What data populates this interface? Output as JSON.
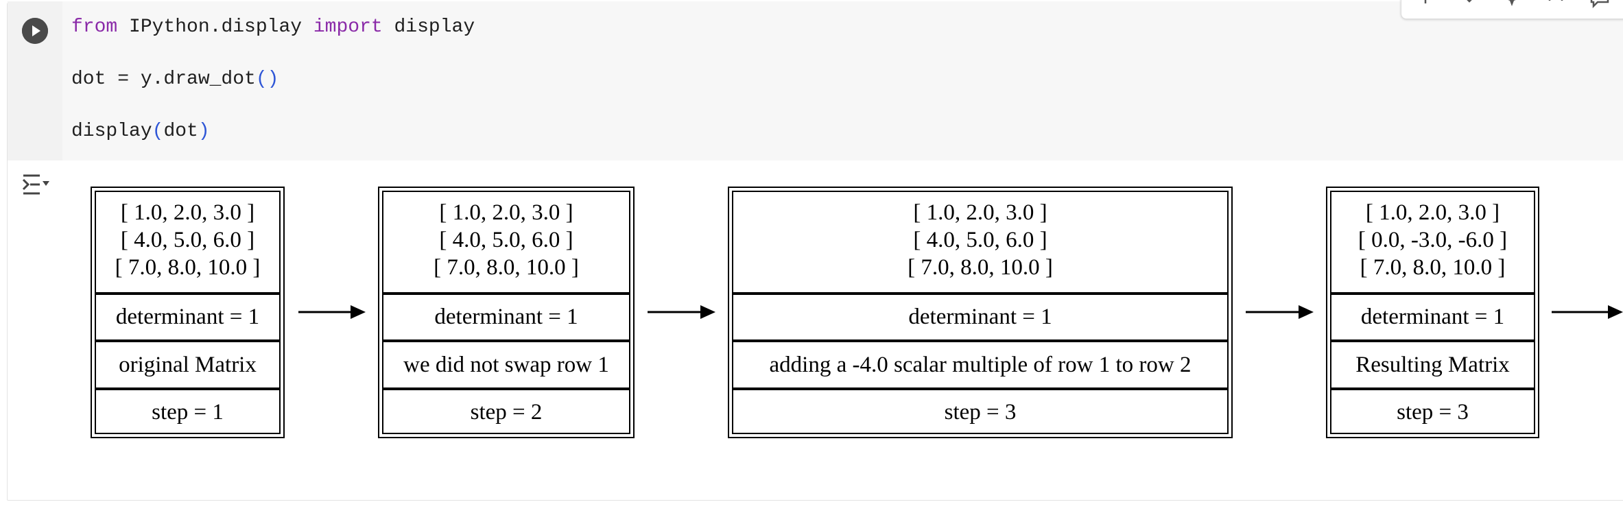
{
  "code_cell": {
    "lines": [
      {
        "kw1": "from",
        "module": " IPython.display ",
        "kw2": "import",
        "name": " display"
      },
      {
        "prefix": "dot = y.draw_dot",
        "parens": "()"
      },
      {
        "func": "display",
        "open": "(",
        "arg": "dot",
        "close": ")"
      }
    ]
  },
  "icons": {
    "run": "play-circle-icon",
    "output_toggle": "output-collapse-icon",
    "toolbar": [
      "arrow-up-icon",
      "arrow-down-icon",
      "sparkle-icon",
      "link-icon",
      "comment-icon"
    ]
  },
  "graph": {
    "nodes": [
      {
        "matrix": [
          "[ 1.0, 2.0, 3.0 ]",
          "[ 4.0, 5.0, 6.0 ]",
          "[ 7.0, 8.0, 10.0 ]"
        ],
        "determinant": "determinant = 1",
        "description": "original Matrix",
        "step": "step = 1"
      },
      {
        "matrix": [
          "[ 1.0, 2.0, 3.0 ]",
          "[ 4.0, 5.0, 6.0 ]",
          "[ 7.0, 8.0, 10.0 ]"
        ],
        "determinant": "determinant = 1",
        "description": "we did not swap row 1",
        "step": "step = 2"
      },
      {
        "matrix": [
          "[ 1.0, 2.0, 3.0 ]",
          "[ 4.0, 5.0, 6.0 ]",
          "[ 7.0, 8.0, 10.0 ]"
        ],
        "determinant": "determinant = 1",
        "description": "adding a -4.0 scalar multiple of row 1 to row 2",
        "step": "step = 3"
      },
      {
        "matrix": [
          "[ 1.0, 2.0, 3.0 ]",
          "[ 0.0, -3.0, -6.0 ]",
          "[ 7.0, 8.0, 10.0 ]"
        ],
        "determinant": "determinant = 1",
        "description": "Resulting Matrix",
        "step": "step = 3"
      }
    ]
  }
}
